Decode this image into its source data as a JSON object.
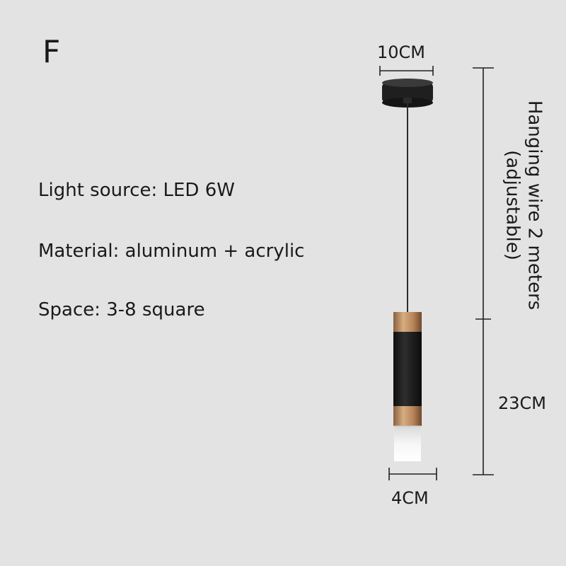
{
  "variant": "F",
  "specs": {
    "light_source": "Light source: LED 6W",
    "material": "Material: aluminum + acrylic",
    "space": "Space: 3-8 square"
  },
  "dimensions": {
    "canopy_width": "10CM",
    "body_width": "4CM",
    "body_length": "23CM",
    "wire_line1": "Hanging wire 2 meters",
    "wire_line2": "(adjustable)"
  },
  "colors": {
    "background": "#e3e3e3",
    "lamp_body": "#1e1e1e",
    "gold_rings": "#b98a60",
    "diffuser": "#f2f2f2"
  }
}
